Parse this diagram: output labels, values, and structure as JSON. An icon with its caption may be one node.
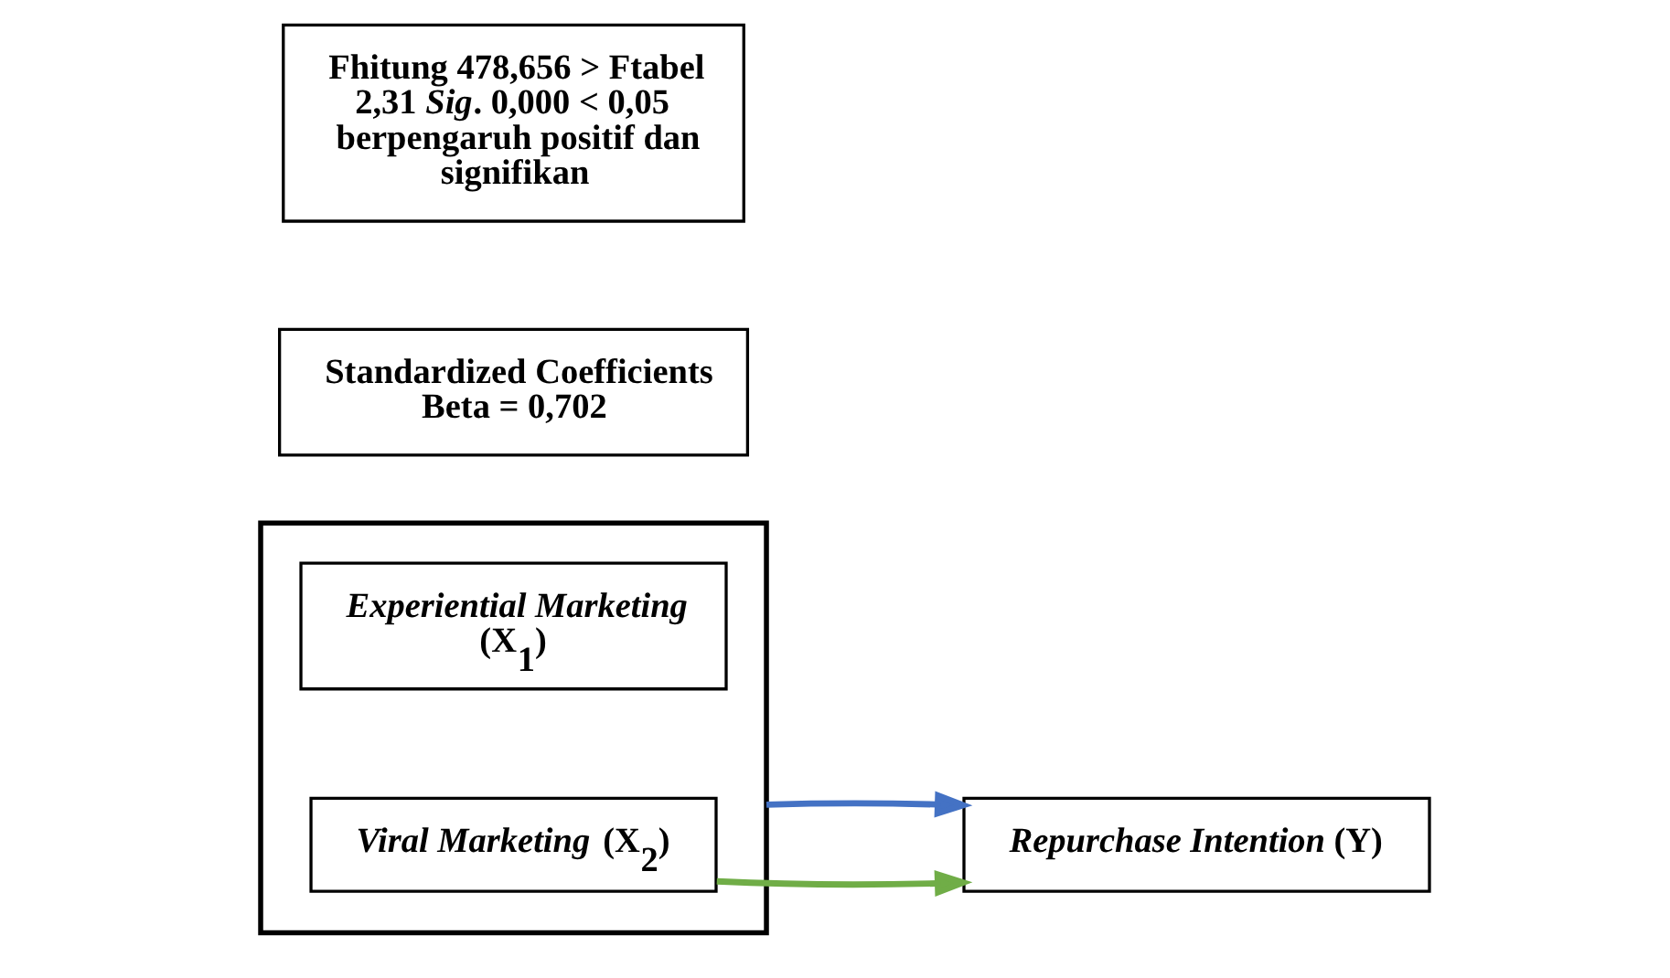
{
  "diagram": {
    "nodes": [
      {
        "text": [],
        "shape": "box"
      },
      {
        "text": [
          "*Experiential Marketing* (X$_{1}$)"
        ],
        "in": 0
      },
      {
        "text": [
          "*Viral Marketing* (X$_{2}$)"
        ],
        "in": 0
      },
      {
        "text": [
          "*Repurchase Intention* (Y)"
        ]
      },
      {
        "text": [
          "Standardized Coefficients Beta = 0,702"
        ]
      },
      {
        "text": [
          "Fhitung 478,656 > Ftabel 2,31 *Sig*. 0,000 < 0,05 berpengaruh positif dan signifikan"
        ]
      }
    ],
    "edges": [
      {
        "from": 2,
        "to": 3,
        "arrow": "to",
        "color": "#70ad47"
      },
      {
        "from": 0,
        "to": 3,
        "arrow": "to",
        "color": "#4472c4"
      }
    ]
  }
}
